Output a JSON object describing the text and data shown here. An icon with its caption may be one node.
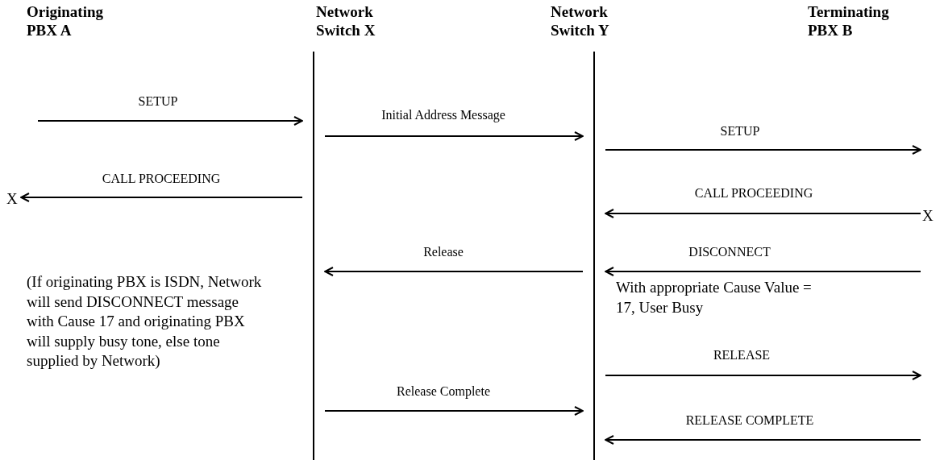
{
  "diagram": {
    "nodes": [
      {
        "text": [
          "Originating PBX A"
        ]
      },
      {
        "text": [
          "Network Switch X"
        ]
      },
      {
        "text": [
          "Network Switch Y"
        ]
      },
      {
        "text": [
          "Terminating PBX B"
        ]
      },
      {
        "text": [],
        "shape": "bar"
      },
      {
        "text": [],
        "shape": "bar"
      },
      {
        "text": [
          "X"
        ]
      },
      {
        "text": [
          "X"
        ]
      }
    ],
    "edges": [
      {
        "from": null,
        "to": 4,
        "arrow": "to",
        "label": "SETUP"
      },
      {
        "from": 4,
        "to": 5,
        "arrow": "to",
        "label": "Initial Address Message"
      },
      {
        "from": 5,
        "to": null,
        "arrow": "to",
        "label": "SETUP"
      },
      {
        "from": 4,
        "to": 6,
        "arrow": "to",
        "label": "CALL PROCEEDING"
      },
      {
        "from": 7,
        "to": 5,
        "arrow": "to",
        "label": "CALL PROCEEDING"
      },
      {
        "from": 5,
        "to": 4,
        "arrow": "to",
        "label": "Release"
      },
      {
        "from": null,
        "to": 5,
        "arrow": "to",
        "label": "DISCONNECT"
      },
      {
        "from": 5,
        "to": null,
        "arrow": "to",
        "label": "RELEASE"
      },
      {
        "from": 4,
        "to": 5,
        "arrow": "to",
        "label": "Release Complete"
      },
      {
        "from": null,
        "to": 5,
        "arrow": "to",
        "label": "RELEASE COMPLETE"
      }
    ],
    "labels": [
      "(If originating PBX is ISDN, Network will send DISCONNECT message with Cause 17 and originating PBX will supply busy tone, else tone supplied by Network)",
      "With appropriate Cause Value = 17, User Busy"
    ]
  }
}
